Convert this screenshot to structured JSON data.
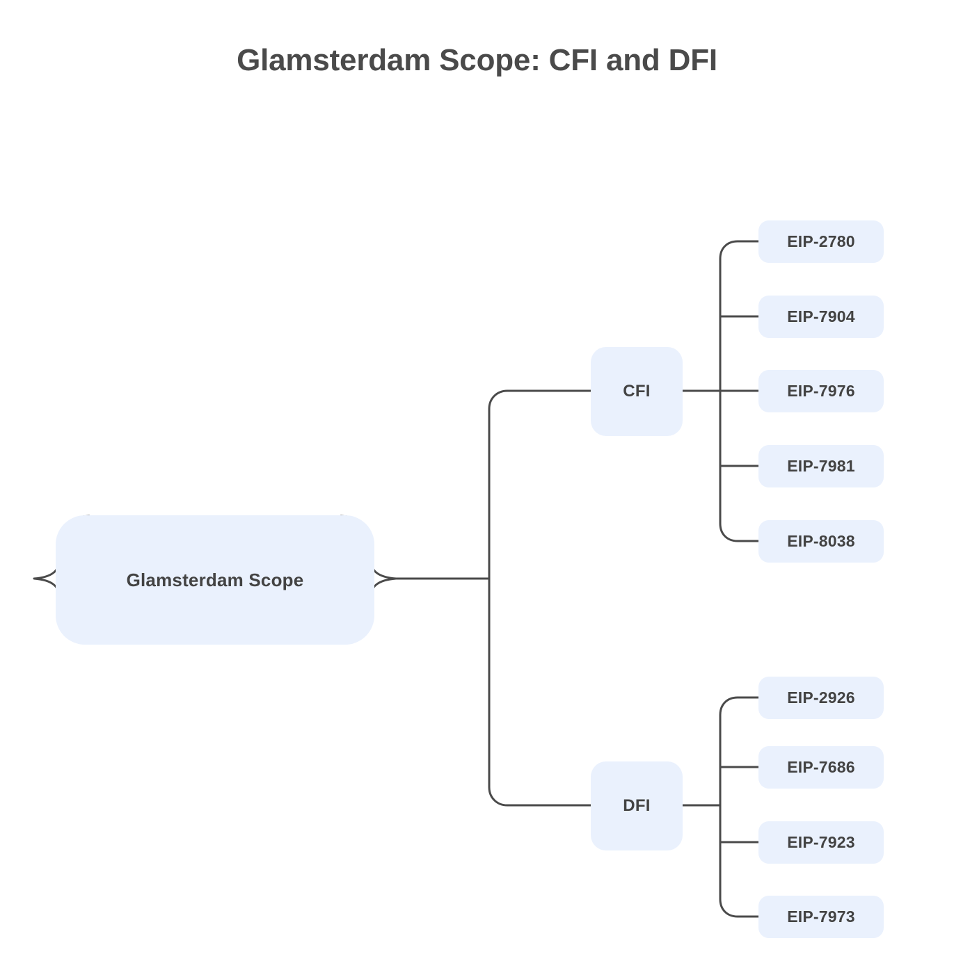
{
  "title": "Glamsterdam Scope: CFI and DFI",
  "colors": {
    "background": "#ffffff",
    "node_fill": "#eaf1fd",
    "node_text": "#434343",
    "edge_stroke": "#4a4a4a",
    "title_text": "#4a4a4a"
  },
  "mindmap": {
    "root": {
      "label": "Glamsterdam Scope",
      "shape": "bang"
    },
    "branches": [
      {
        "label": "CFI",
        "shape": "rounded-rect",
        "children": [
          {
            "label": "EIP-2780"
          },
          {
            "label": "EIP-7904"
          },
          {
            "label": "EIP-7976"
          },
          {
            "label": "EIP-7981"
          },
          {
            "label": "EIP-8038"
          }
        ]
      },
      {
        "label": "DFI",
        "shape": "rounded-rect",
        "children": [
          {
            "label": "EIP-2926"
          },
          {
            "label": "EIP-7686"
          },
          {
            "label": "EIP-7923"
          },
          {
            "label": "EIP-7973"
          }
        ]
      }
    ]
  },
  "layout": {
    "cfi_leaf_tops": [
      317,
      425,
      532,
      640,
      748
    ],
    "dfi_leaf_tops": [
      973,
      1073,
      1181,
      1288
    ]
  }
}
